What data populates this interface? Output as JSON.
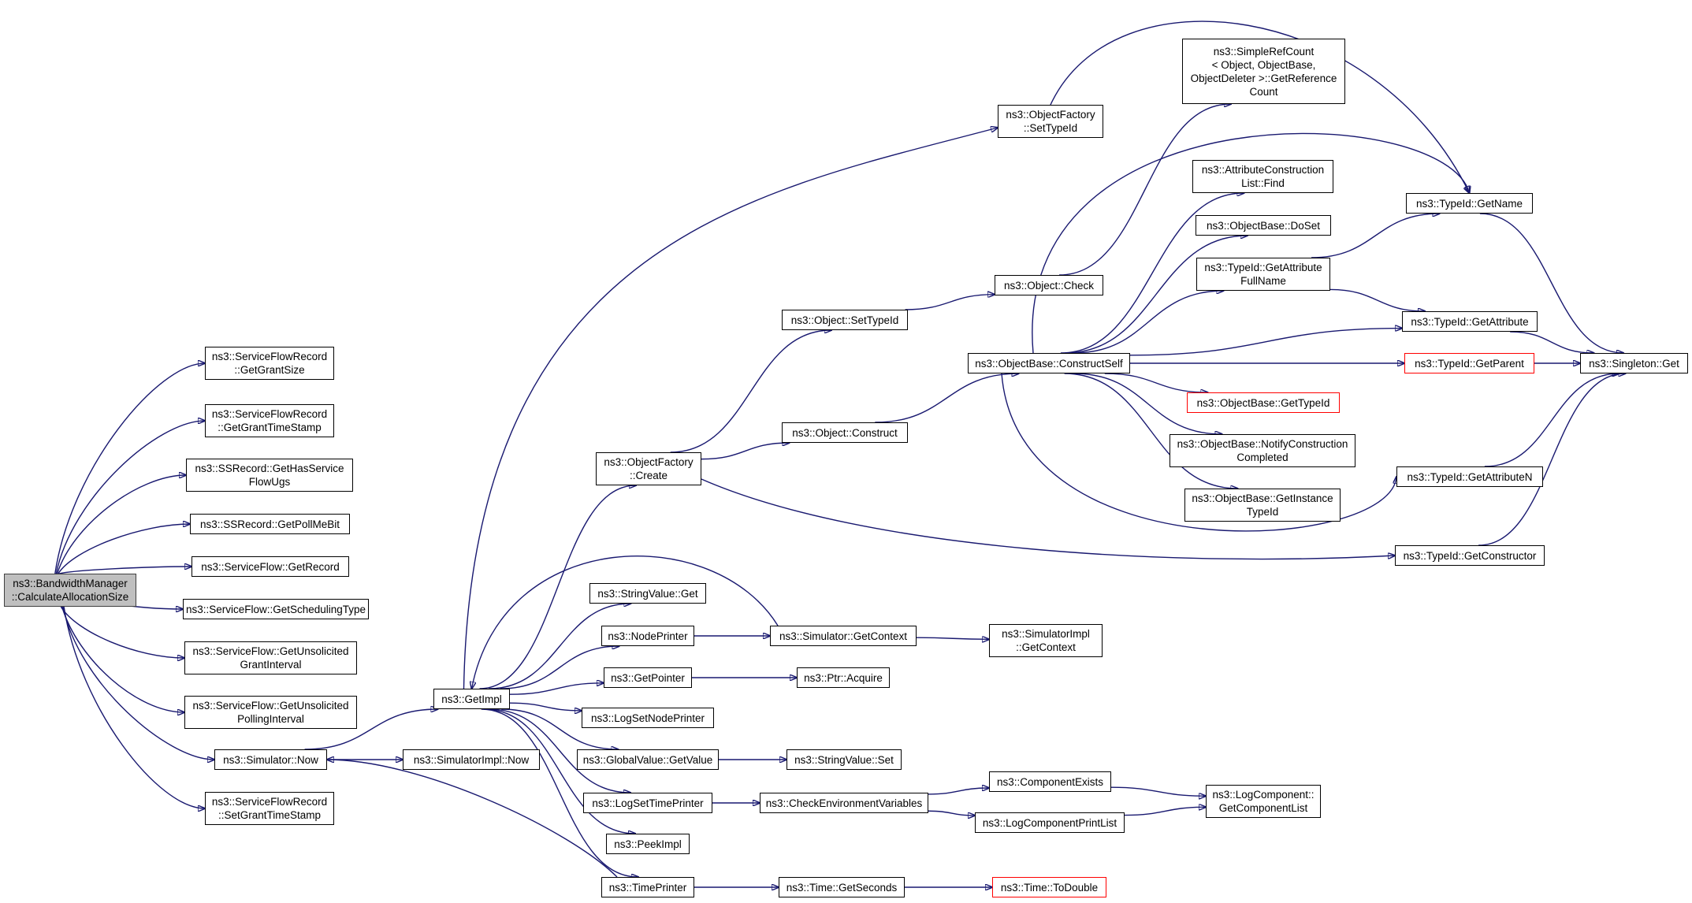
{
  "colors": {
    "edge": "#191970",
    "node_border": "#000000",
    "root_fill": "#bfbfbf",
    "highlight_border": "#ff0000",
    "background": "#ffffff"
  },
  "nodes": {
    "calc": {
      "label": "ns3::BandwidthManager\n::CalculateAllocationSize",
      "style": "root"
    },
    "sfr_grantsize": {
      "label": "ns3::ServiceFlowRecord\n::GetGrantSize"
    },
    "sfr_granttimestamp": {
      "label": "ns3::ServiceFlowRecord\n::GetGrantTimeStamp"
    },
    "ssr_hasservice": {
      "label": "ns3::SSRecord::GetHasService\nFlowUgs"
    },
    "ssr_pollme": {
      "label": "ns3::SSRecord::GetPollMeBit"
    },
    "sf_getrecord": {
      "label": "ns3::ServiceFlow::GetRecord"
    },
    "sf_schedtype": {
      "label": "ns3::ServiceFlow::GetSchedulingType"
    },
    "sf_unsol_grant": {
      "label": "ns3::ServiceFlow::GetUnsolicited\nGrantInterval"
    },
    "sf_unsol_polling": {
      "label": "ns3::ServiceFlow::GetUnsolicited\nPollingInterval"
    },
    "sim_now": {
      "label": "ns3::Simulator::Now"
    },
    "sfr_setgrant": {
      "label": "ns3::ServiceFlowRecord\n::SetGrantTimeStamp"
    },
    "getimpl": {
      "label": "ns3::GetImpl"
    },
    "simimpl_now": {
      "label": "ns3::SimulatorImpl::Now"
    },
    "of_create": {
      "label": "ns3::ObjectFactory\n::Create"
    },
    "of_settypeid": {
      "label": "ns3::ObjectFactory\n::SetTypeId"
    },
    "obj_settypeid": {
      "label": "ns3::Object::SetTypeId"
    },
    "obj_construct": {
      "label": "ns3::Object::Construct"
    },
    "obj_check": {
      "label": "ns3::Object::Check"
    },
    "ob_constructself": {
      "label": "ns3::ObjectBase::ConstructSelf"
    },
    "simplerefcount": {
      "label": "ns3::SimpleRefCount\n< Object, ObjectBase,\n ObjectDeleter >::GetReference\nCount"
    },
    "acl_find": {
      "label": "ns3::AttributeConstruction\nList::Find"
    },
    "ob_doset": {
      "label": "ns3::ObjectBase::DoSet"
    },
    "tid_getattrfullname": {
      "label": "ns3::TypeId::GetAttribute\nFullName"
    },
    "ob_gettypeid": {
      "label": "ns3::ObjectBase::GetTypeId",
      "style": "red"
    },
    "ob_notify": {
      "label": "ns3::ObjectBase::NotifyConstruction\nCompleted"
    },
    "ob_getinstance": {
      "label": "ns3::ObjectBase::GetInstance\nTypeId"
    },
    "tid_getname": {
      "label": "ns3::TypeId::GetName"
    },
    "tid_getattribute": {
      "label": "ns3::TypeId::GetAttribute"
    },
    "tid_getparent": {
      "label": "ns3::TypeId::GetParent",
      "style": "red"
    },
    "tid_getattributen": {
      "label": "ns3::TypeId::GetAttributeN"
    },
    "tid_getconstructor": {
      "label": "ns3::TypeId::GetConstructor"
    },
    "singleton_get": {
      "label": "ns3::Singleton::Get"
    },
    "stringvalue_get": {
      "label": "ns3::StringValue::Get"
    },
    "nodeprinter": {
      "label": "ns3::NodePrinter"
    },
    "sim_getcontext": {
      "label": "ns3::Simulator::GetContext"
    },
    "simimpl_getcontext": {
      "label": "ns3::SimulatorImpl\n::GetContext"
    },
    "getpointer": {
      "label": "ns3::GetPointer"
    },
    "ptr_acquire": {
      "label": "ns3::Ptr::Acquire"
    },
    "logsetnodeprinter": {
      "label": "ns3::LogSetNodePrinter"
    },
    "gv_getvalue": {
      "label": "ns3::GlobalValue::GetValue"
    },
    "stringvalue_set": {
      "label": "ns3::StringValue::Set"
    },
    "logsettimeprinter": {
      "label": "ns3::LogSetTimePrinter"
    },
    "checkenv": {
      "label": "ns3::CheckEnvironmentVariables"
    },
    "componentexists": {
      "label": "ns3::ComponentExists"
    },
    "logcompprintlist": {
      "label": "ns3::LogComponentPrintList"
    },
    "logcomp_getlist": {
      "label": "ns3::LogComponent::\nGetComponentList"
    },
    "peekimpl": {
      "label": "ns3::PeekImpl"
    },
    "timeprinter": {
      "label": "ns3::TimePrinter"
    },
    "time_getseconds": {
      "label": "ns3::Time::GetSeconds"
    },
    "time_todouble": {
      "label": "ns3::Time::ToDouble",
      "style": "red"
    }
  },
  "edges": [
    [
      "calc",
      "sfr_grantsize"
    ],
    [
      "calc",
      "sfr_granttimestamp"
    ],
    [
      "calc",
      "ssr_hasservice"
    ],
    [
      "calc",
      "ssr_pollme"
    ],
    [
      "calc",
      "sf_getrecord"
    ],
    [
      "calc",
      "sf_schedtype"
    ],
    [
      "calc",
      "sf_unsol_grant"
    ],
    [
      "calc",
      "sf_unsol_polling"
    ],
    [
      "calc",
      "sim_now"
    ],
    [
      "calc",
      "sfr_setgrant"
    ],
    [
      "sim_now",
      "getimpl"
    ],
    [
      "sim_now",
      "simimpl_now"
    ],
    [
      "getimpl",
      "of_create"
    ],
    [
      "getimpl",
      "of_settypeid"
    ],
    [
      "getimpl",
      "stringvalue_get"
    ],
    [
      "getimpl",
      "nodeprinter"
    ],
    [
      "getimpl",
      "getpointer"
    ],
    [
      "getimpl",
      "logsetnodeprinter"
    ],
    [
      "getimpl",
      "gv_getvalue"
    ],
    [
      "getimpl",
      "logsettimeprinter"
    ],
    [
      "getimpl",
      "peekimpl"
    ],
    [
      "getimpl",
      "timeprinter"
    ],
    [
      "of_create",
      "obj_settypeid"
    ],
    [
      "of_create",
      "obj_construct"
    ],
    [
      "of_create",
      "tid_getconstructor"
    ],
    [
      "of_settypeid",
      "tid_getname"
    ],
    [
      "obj_settypeid",
      "obj_check"
    ],
    [
      "obj_check",
      "simplerefcount"
    ],
    [
      "obj_construct",
      "ob_constructself"
    ],
    [
      "ob_constructself",
      "acl_find"
    ],
    [
      "ob_constructself",
      "ob_doset"
    ],
    [
      "ob_constructself",
      "tid_getattrfullname"
    ],
    [
      "ob_constructself",
      "tid_getattribute"
    ],
    [
      "ob_constructself",
      "tid_getparent"
    ],
    [
      "ob_constructself",
      "ob_gettypeid"
    ],
    [
      "ob_constructself",
      "ob_notify"
    ],
    [
      "ob_constructself",
      "ob_getinstance"
    ],
    [
      "ob_constructself",
      "tid_getattributen"
    ],
    [
      "ob_constructself",
      "tid_getname"
    ],
    [
      "tid_getattrfullname",
      "tid_getname"
    ],
    [
      "tid_getattrfullname",
      "tid_getattribute"
    ],
    [
      "tid_getname",
      "singleton_get"
    ],
    [
      "tid_getattribute",
      "singleton_get"
    ],
    [
      "tid_getparent",
      "singleton_get"
    ],
    [
      "tid_getattributen",
      "singleton_get"
    ],
    [
      "tid_getconstructor",
      "singleton_get"
    ],
    [
      "nodeprinter",
      "sim_getcontext"
    ],
    [
      "sim_getcontext",
      "simimpl_getcontext"
    ],
    [
      "sim_getcontext",
      "getimpl"
    ],
    [
      "getpointer",
      "ptr_acquire"
    ],
    [
      "gv_getvalue",
      "stringvalue_set"
    ],
    [
      "logsettimeprinter",
      "checkenv"
    ],
    [
      "checkenv",
      "componentexists"
    ],
    [
      "checkenv",
      "logcompprintlist"
    ],
    [
      "componentexists",
      "logcomp_getlist"
    ],
    [
      "logcompprintlist",
      "logcomp_getlist"
    ],
    [
      "timeprinter",
      "time_getseconds"
    ],
    [
      "timeprinter",
      "sim_now"
    ],
    [
      "time_getseconds",
      "time_todouble"
    ]
  ]
}
